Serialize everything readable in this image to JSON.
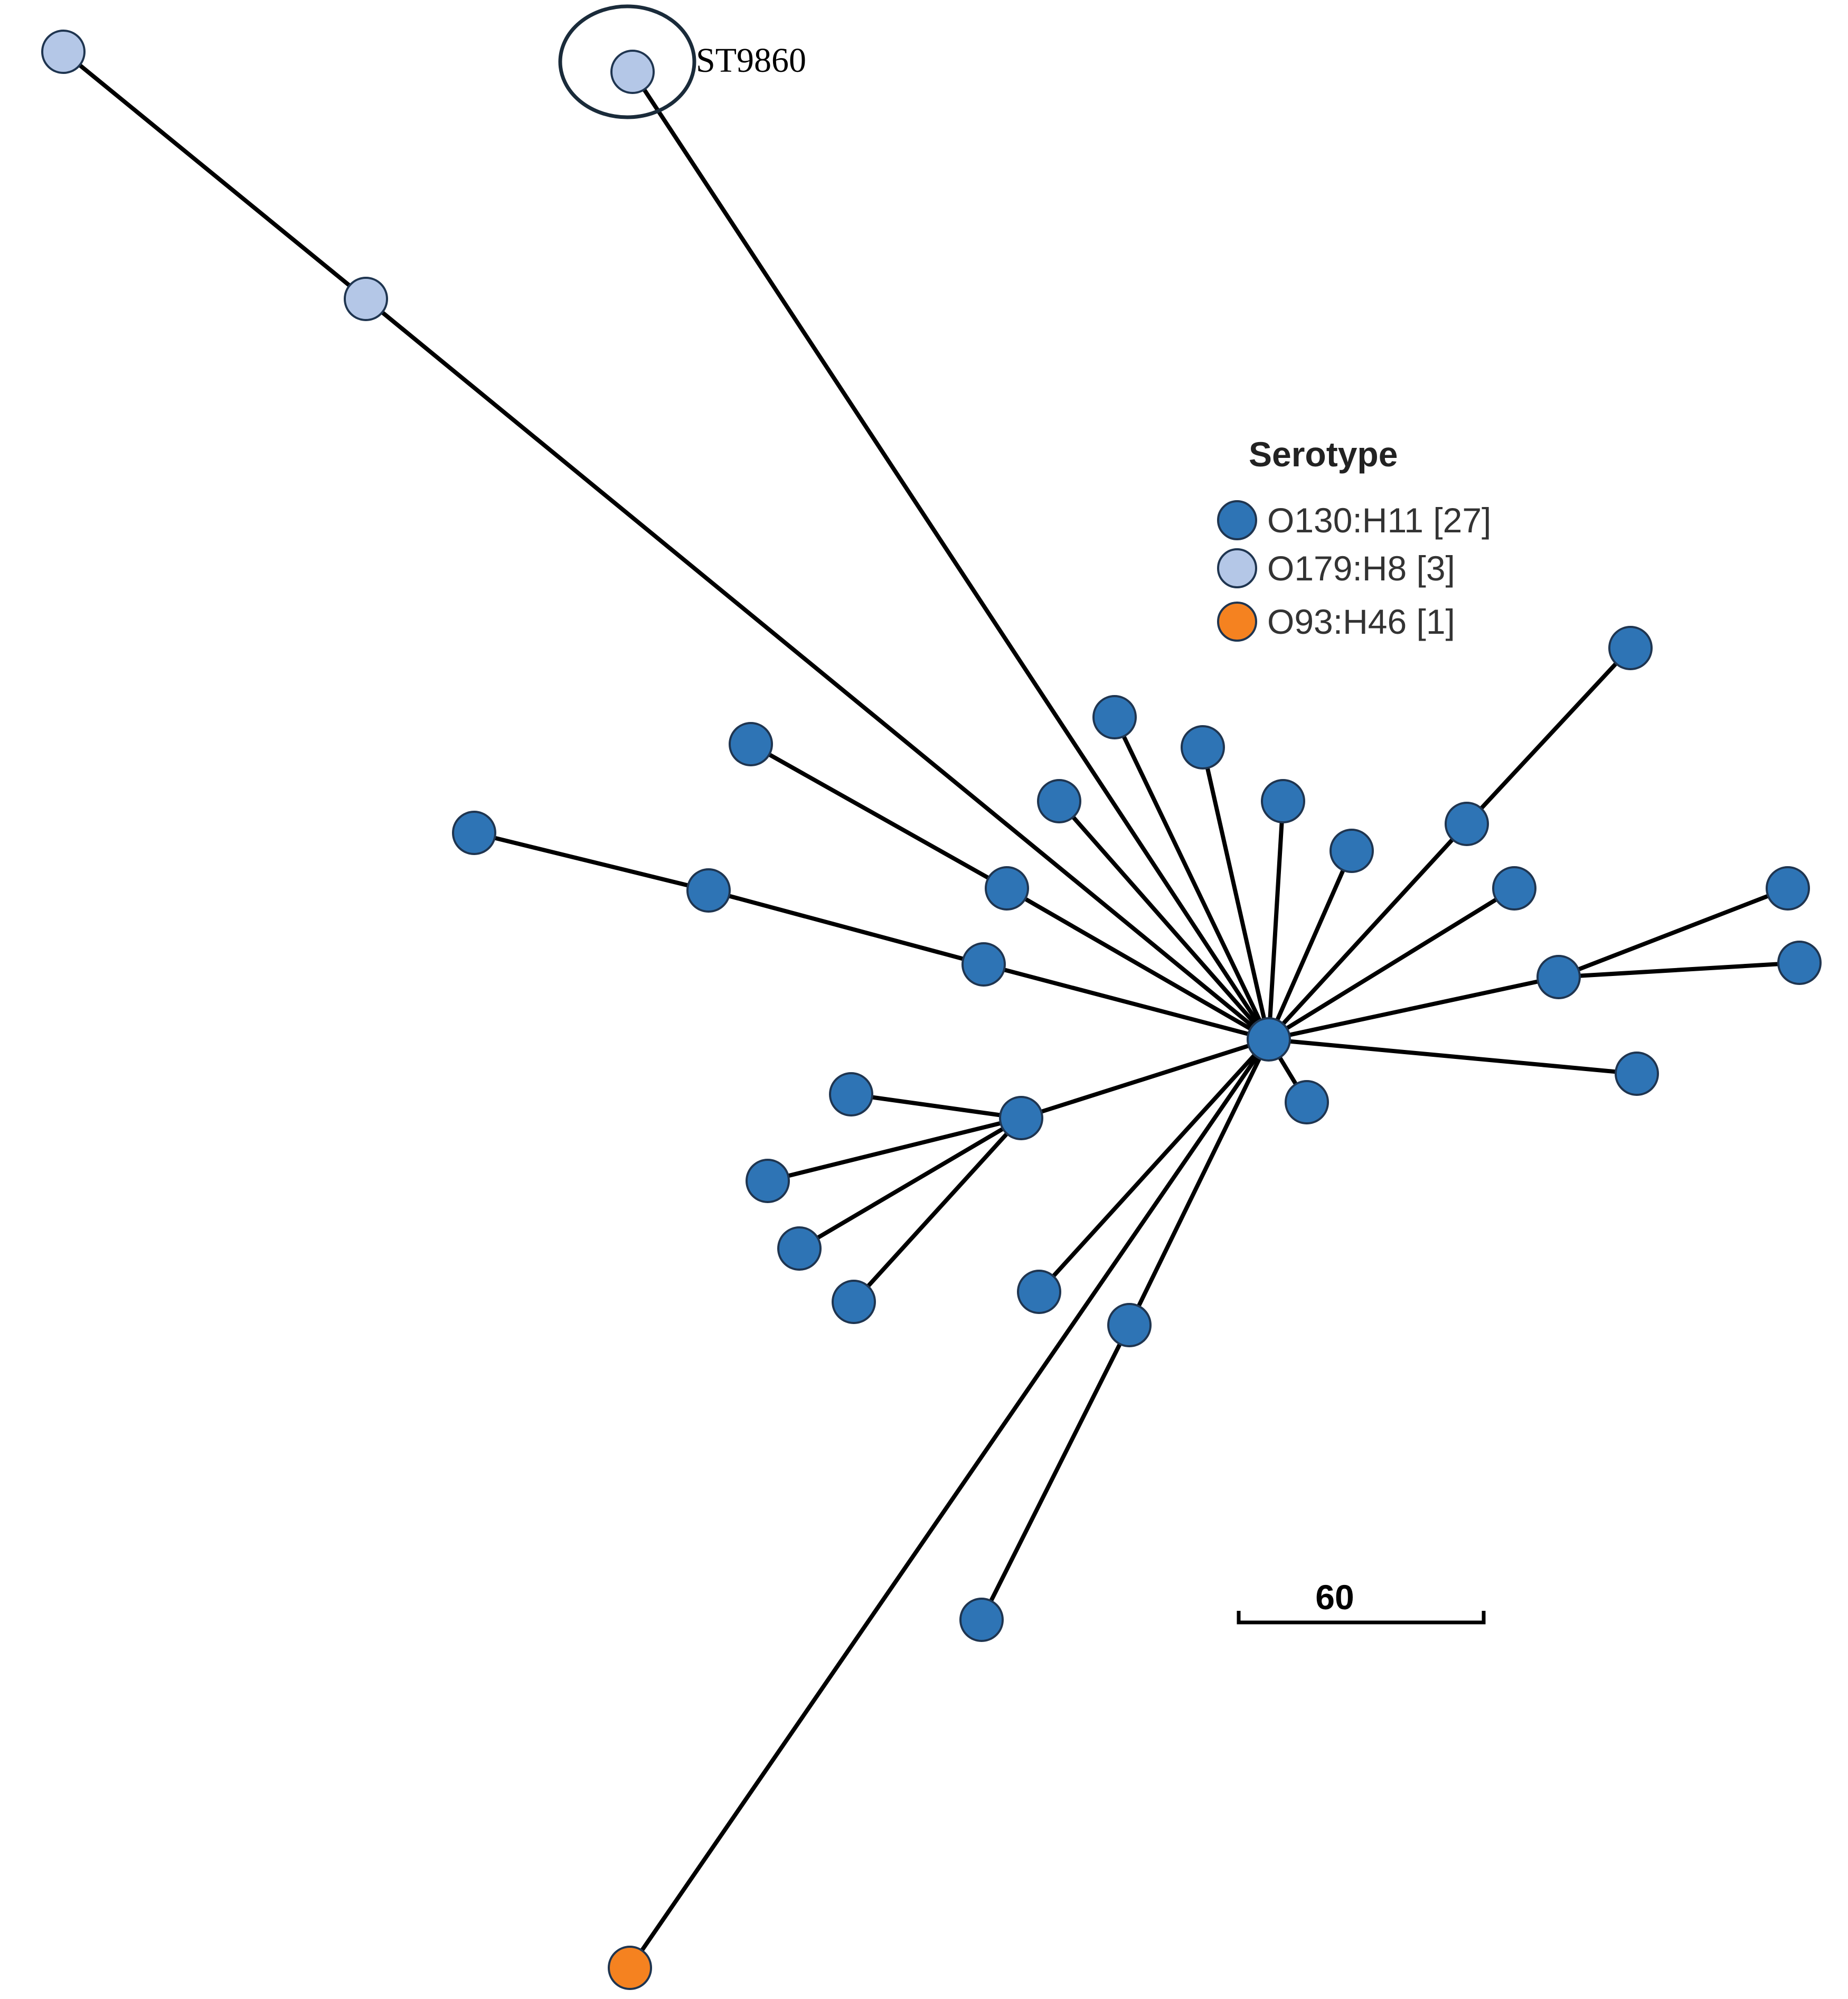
{
  "legend": {
    "title": "Serotype",
    "entries": [
      {
        "label": "O130:H11 [27]",
        "color": "#2e74b5"
      },
      {
        "label": "O179:H8 [3]",
        "color": "#b4c7e7"
      },
      {
        "label": "O93:H46 [1]",
        "color": "#f58220"
      }
    ]
  },
  "highlight": {
    "label": "ST9860"
  },
  "scale_bar": {
    "label": "60"
  },
  "colors": {
    "edge": "#000000",
    "node_outline": "#1f3550"
  }
}
